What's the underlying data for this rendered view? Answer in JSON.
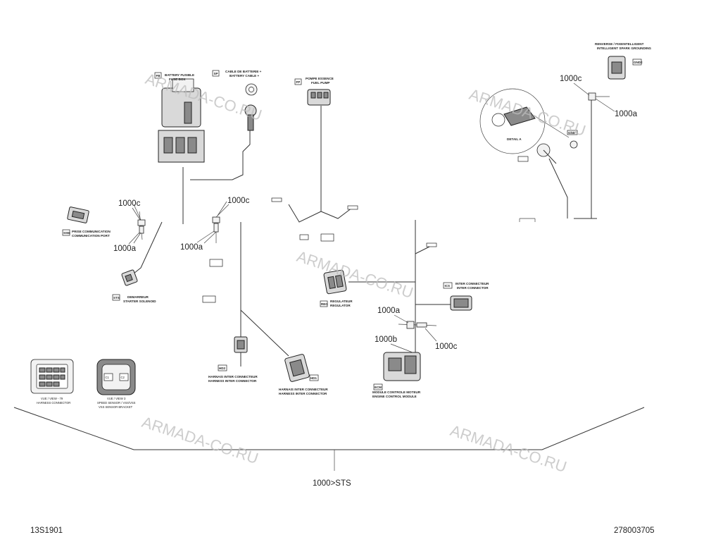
{
  "doc": {
    "ref_left": "13S1901",
    "ref_right": "278003705",
    "range": "1000>STS"
  },
  "watermark": "ARMADA-CO.RU",
  "callouts": {
    "a": "1000a",
    "b": "1000b",
    "c": "1000c"
  },
  "codes": {
    "fb": "FB",
    "sp": "SP",
    "fp": "FP",
    "ssm": "SSM",
    "sts": "STS",
    "ver_gnd": "GND",
    "reg": "REG",
    "ics": "ICS",
    "ecm": "ECM",
    "hd2": "HD2",
    "hd1": "HD1",
    "gnd2": "GND2"
  },
  "labels": {
    "fusebox": [
      "BATTERY FUSIBLE",
      "FUSE BOX"
    ],
    "battery_cable": [
      "CABLE DE BATTERIE +",
      "BATTERY CABLE +"
    ],
    "fuel_pump": [
      "POMPE ESSENCE",
      "FUEL PUMP"
    ],
    "service_port": [
      "PRISE COMMUNICATION",
      "COMMUNICATION PORT"
    ],
    "starter": [
      "DEMARREUR",
      "STARTER SOLENOID"
    ],
    "regulator": [
      "REGULATEUR",
      "REGULATOR"
    ],
    "inter_conn": [
      "INTER CONNECTEUR",
      "INTER CONNECTOR"
    ],
    "ecm": [
      "MODULE CONTROLE MOTEUR",
      "ENGINE CONTROL MODULE"
    ],
    "harness_hd2": [
      "HARNAIS INTER CONNECTEUR",
      "HARNESS INTER CONNECTOR"
    ],
    "harness_hd1": [
      "HARNAIS INTER CONNECTEUR",
      "HARNESS INTER CONNECTOR"
    ],
    "top_right": [
      "RENVERSE / FIXEINTELLIGENT",
      "INTELLIGENT SPARK GROUNDING"
    ],
    "detail": "DETAIL A",
    "view_left": [
      "VUE / VIEW - 79",
      "HARNESS CONNECTOR"
    ],
    "view_right": [
      "VUE / VIEW 3",
      "SPEED SENSOR / VSS/VSS",
      "VSS SENSOR BRACKET"
    ],
    "view_pins": [
      "C1",
      "C2"
    ]
  }
}
